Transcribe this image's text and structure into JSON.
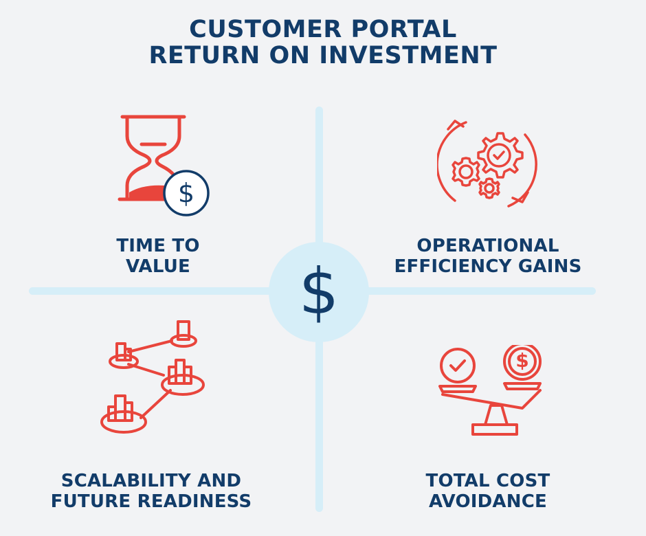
{
  "header": {
    "title_line1": "CUSTOMER PORTAL",
    "title_line2": "RETURN ON INVESTMENT"
  },
  "center": {
    "symbol": "$"
  },
  "quadrants": [
    {
      "id": "time-to-value",
      "icon": "hourglass-dollar-icon",
      "line1": "TIME TO",
      "line2": "VALUE",
      "icon_symbol": "$"
    },
    {
      "id": "operational-efficiency",
      "icon": "gears-cycle-icon",
      "line1": "OPERATIONAL",
      "line2": "EFFICIENCY GAINS"
    },
    {
      "id": "scalability",
      "icon": "growth-steps-icon",
      "line1": "SCALABILITY AND",
      "line2": "FUTURE READINESS"
    },
    {
      "id": "total-cost-avoidance",
      "icon": "balance-scale-icon",
      "line1": "TOTAL COST",
      "line2": "AVOIDANCE",
      "icon_symbol": "$"
    }
  ],
  "colors": {
    "navy": "#123c69",
    "coral": "#e8453c",
    "light_blue": "#d6eef8",
    "background": "#f2f3f5"
  }
}
